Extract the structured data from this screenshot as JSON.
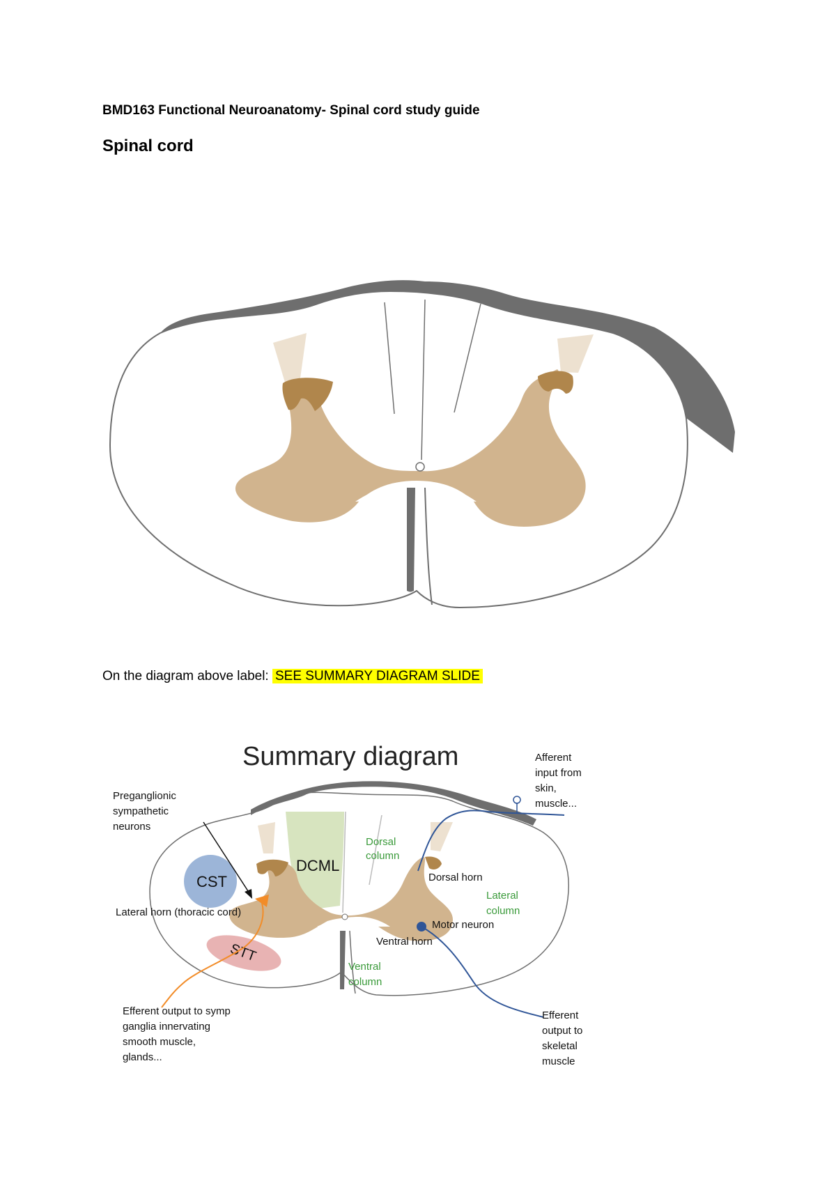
{
  "document": {
    "title": "BMD163 Functional Neuroanatomy- Spinal cord study guide",
    "heading": "Spinal cord",
    "instruction_prefix": "On the diagram above label:",
    "instruction_highlight": "SEE SUMMARY DIAGRAM SLIDE"
  },
  "summary_diagram": {
    "title": "Summary diagram",
    "labels": {
      "cst": "CST",
      "stt": "STT",
      "dcml": "DCML",
      "dorsal_column": [
        "Dorsal",
        "column"
      ],
      "lateral_column": [
        "Lateral",
        "column"
      ],
      "ventral_column": [
        "Ventral",
        "column"
      ],
      "dorsal_horn": "Dorsal horn",
      "ventral_horn": "Ventral horn",
      "motor_neuron": "Motor neuron",
      "lateral_horn": "Lateral horn (thoracic cord)",
      "preganglionic": [
        "Preganglionic",
        "sympathetic",
        "neurons"
      ],
      "afferent": [
        "Afferent",
        "input from",
        "skin,",
        "muscle..."
      ],
      "efferent_skeletal": [
        "Efferent",
        "output to",
        "skeletal",
        "muscle"
      ],
      "efferent_symp": [
        "Efferent output to symp",
        "ganglia innervating",
        "smooth muscle,",
        "glands..."
      ]
    }
  },
  "colors": {
    "grey_matter": "#d1b48e",
    "substantia_gelatinosa": "#b0864c",
    "root_entry": "#ede1d0",
    "pia_outline": "#6e6e6e",
    "dcml": "#d7e4bf",
    "cst": "#9cb5d8",
    "stt": "#e8b3b3",
    "sympathetic": "#f28c28",
    "motor": "#2f5597",
    "green_label": "#3a9a3a",
    "highlight": "#ffff00"
  }
}
